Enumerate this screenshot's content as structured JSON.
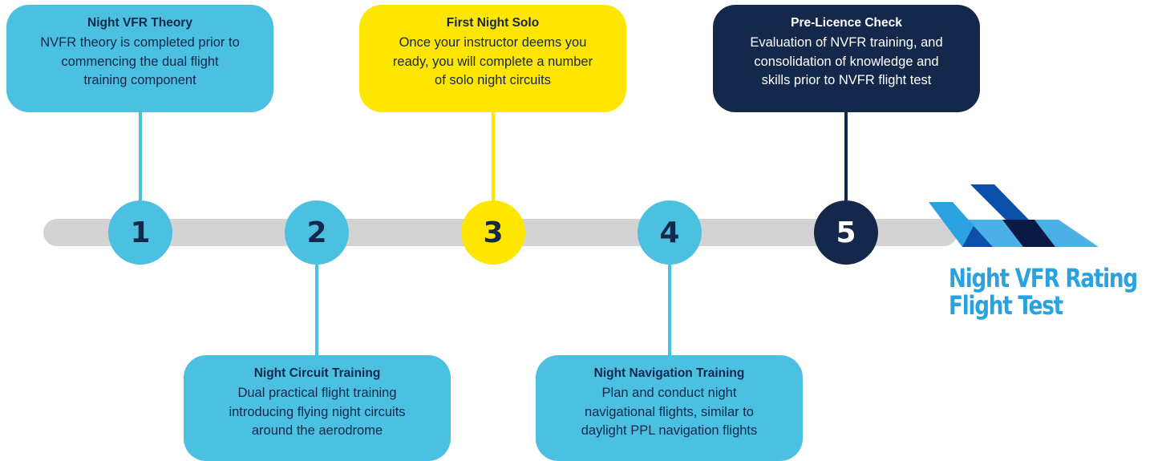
{
  "colors": {
    "cyan": "#4bc0e1",
    "yellow": "#ffe600",
    "navy": "#14284b",
    "track": "#d3d3d3",
    "logo_light": "#2ba2e0",
    "logo_mid": "#0c4fa8",
    "logo_dark": "#0a1a45"
  },
  "steps": [
    {
      "number": "1",
      "title": "Night VFR Theory",
      "description": "NVFR theory is completed prior to\ncommencing the dual flight\ntraining component"
    },
    {
      "number": "2",
      "title": "Night Circuit Training",
      "description": "Dual practical flight training\nintroducing flying night circuits\naround the aerodrome"
    },
    {
      "number": "3",
      "title": "First Night Solo",
      "description": "Once your instructor deems you\nready, you will complete a number\nof solo night circuits"
    },
    {
      "number": "4",
      "title": "Night Navigation Training",
      "description": "Plan and conduct night\nnavigational flights, similar to\ndaylight PPL navigation flights"
    },
    {
      "number": "5",
      "title": "Pre-Licence Check",
      "description": "Evaluation of NVFR training, and\nconsolidation of knowledge and\nskills prior to NVFR flight test"
    }
  ],
  "result": {
    "line1": "Night VFR Rating",
    "line2": "Flight Test",
    "logo_icon": "aircraft-wing-logo-icon"
  }
}
